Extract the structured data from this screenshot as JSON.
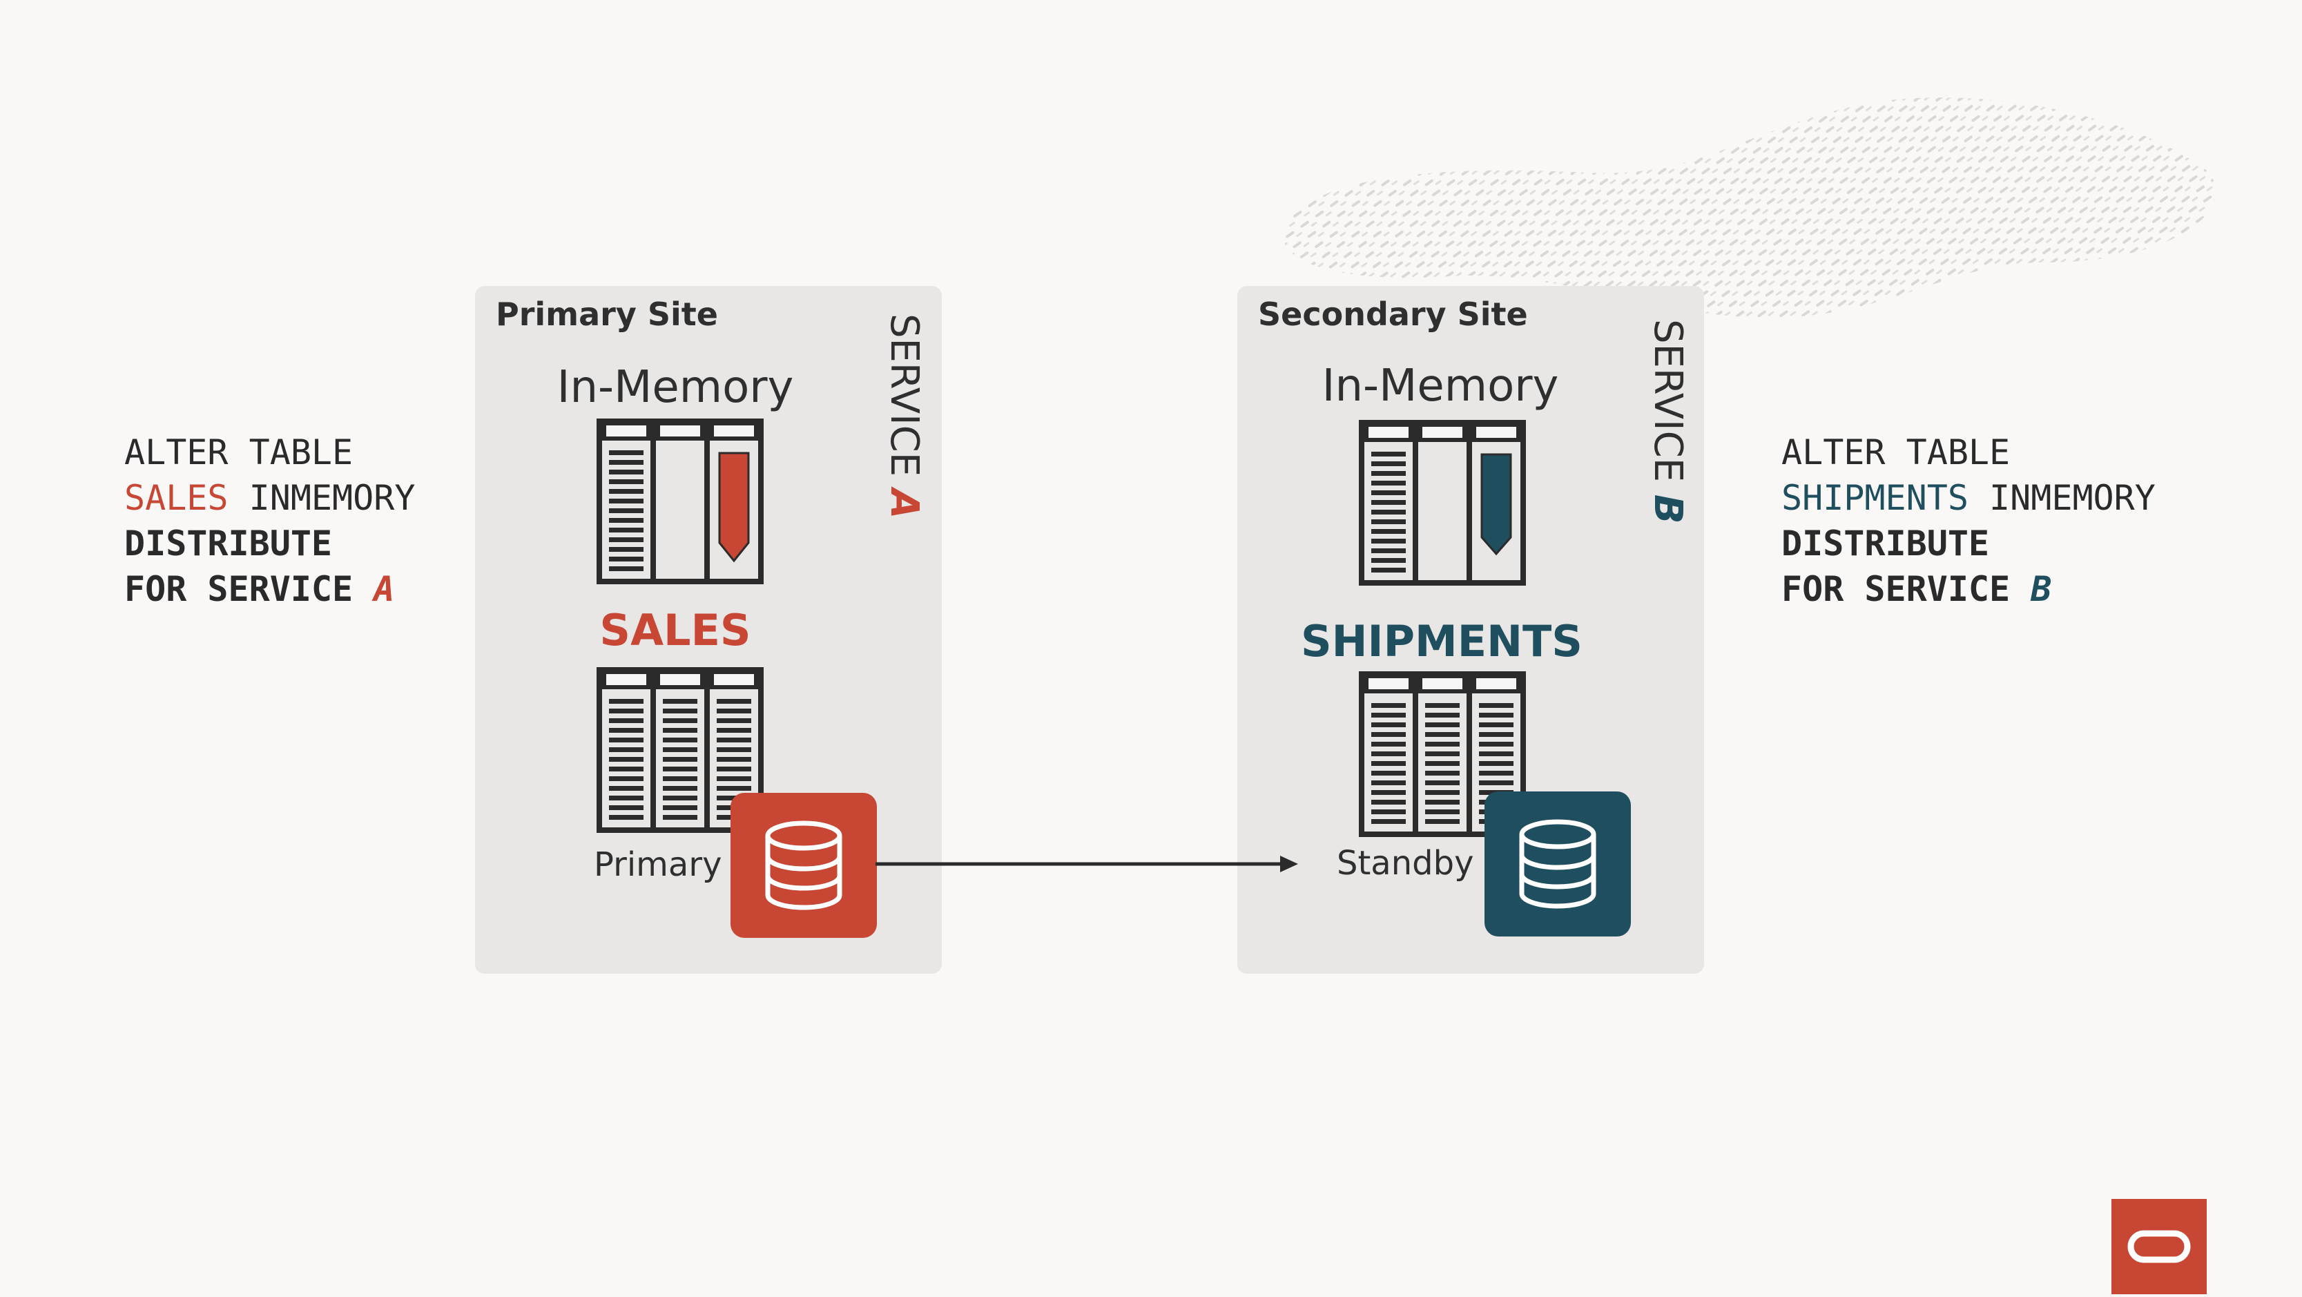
{
  "left_code": {
    "line1": "ALTER TABLE",
    "table": "SALES",
    "inmemory": " INMEMORY",
    "line3": "DISTRIBUTE",
    "line4_prefix": "FOR SERVICE ",
    "service_letter": "A"
  },
  "right_code": {
    "line1": "ALTER TABLE",
    "table": "SHIPMENTS",
    "inmemory": " INMEMORY",
    "line3": "DISTRIBUTE",
    "line4_prefix": "FOR SERVICE ",
    "service_letter": "B"
  },
  "primary_site": {
    "title": "Primary Site",
    "service_prefix": "SERVICE ",
    "service_letter": "A",
    "inmemory_label": "In-Memory",
    "table_name": "SALES",
    "role_label": "Primary",
    "accent_color": "#c74634",
    "icons": [
      "inmemory-column-store-icon",
      "table-icon",
      "database-icon"
    ]
  },
  "secondary_site": {
    "title": "Secondary Site",
    "service_prefix": "SERVICE ",
    "service_letter": "B",
    "inmemory_label": "In-Memory",
    "table_name": "SHIPMENTS",
    "role_label": "Standby",
    "accent_color": "#1f4f5f",
    "icons": [
      "inmemory-column-store-icon",
      "table-icon",
      "database-icon"
    ]
  },
  "connector": {
    "type": "arrow",
    "direction": "primary-to-standby"
  },
  "logo": {
    "name": "oracle-logo-icon",
    "color": "#c74634"
  }
}
